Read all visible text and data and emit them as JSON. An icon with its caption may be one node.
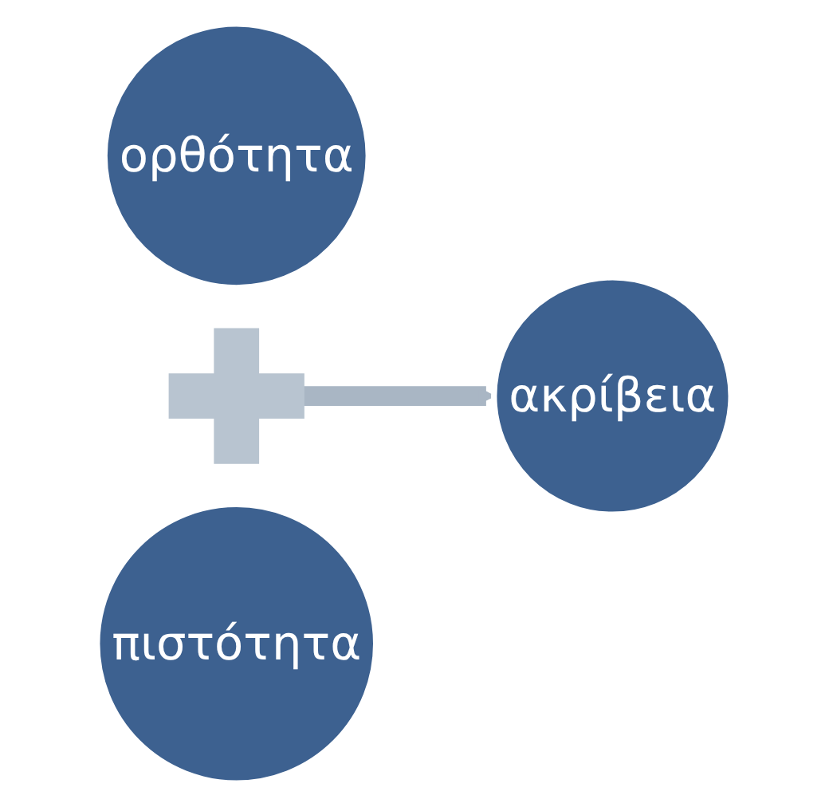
{
  "diagram": {
    "nodes": [
      {
        "text": [
          "ορθότητα"
        ]
      },
      {
        "text": [],
        "shape": "plus"
      },
      {
        "text": [
          "ακρίβεια"
        ]
      },
      {
        "text": [
          "πιστότητα"
        ]
      }
    ],
    "edges": [
      {
        "from": 1,
        "to": 2,
        "arrow": "to"
      }
    ]
  }
}
